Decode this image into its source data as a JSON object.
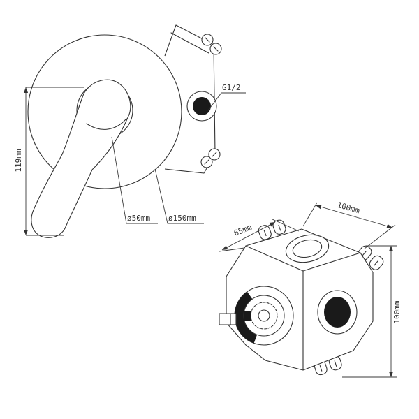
{
  "colors": {
    "line": "#333333",
    "dark_fill": "#1a1a1a",
    "background": "#ffffff"
  },
  "front_view": {
    "dim_height": "119mm",
    "dim_inner": "ø50mm",
    "dim_outer": "ø150mm",
    "thread_label": "G1/2"
  },
  "iso_view": {
    "dim_width": "100mm",
    "dim_depth": "65mm",
    "dim_height": "100mm"
  }
}
